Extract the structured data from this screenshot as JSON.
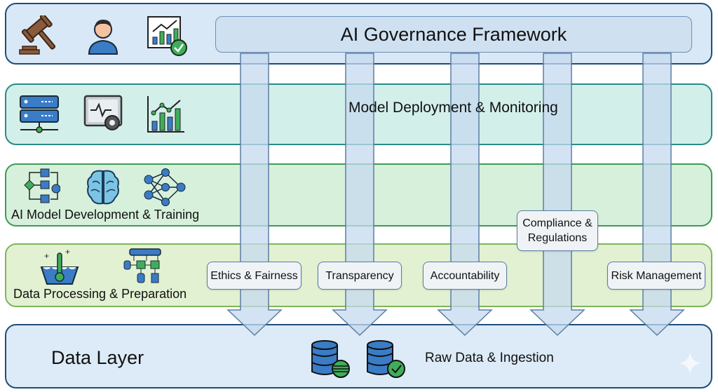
{
  "diagram": {
    "title": "AI Governance Framework",
    "layers": [
      {
        "id": "governance",
        "label": "AI Governance Framework",
        "icons": [
          "gavel-icon",
          "person-icon",
          "chart-check-icon"
        ],
        "color": "#1f4e79"
      },
      {
        "id": "deployment",
        "label": "Model Deployment & Monitoring",
        "icons": [
          "server-icon",
          "monitor-gear-icon",
          "bar-line-chart-icon"
        ],
        "color": "#2a8a88"
      },
      {
        "id": "model",
        "label": "AI Model Development & Training",
        "icons": [
          "workflow-icon",
          "brain-icon",
          "neural-network-icon"
        ],
        "color": "#3f9a58"
      },
      {
        "id": "data-processing",
        "label": "Data Processing & Preparation",
        "icons": [
          "data-cleaning-icon",
          "pipeline-icon"
        ],
        "color": "#7fb55a"
      },
      {
        "id": "data",
        "label": "Data Layer",
        "sublabel": "Raw Data & Ingestion",
        "icons": [
          "database-list-icon",
          "database-check-icon"
        ],
        "color": "#1f4e79"
      }
    ],
    "pillars": [
      {
        "label": "Ethics & Fairness"
      },
      {
        "label": "Transparency"
      },
      {
        "label": "Accountability"
      },
      {
        "label": "Compliance & Regulations"
      },
      {
        "label": "Risk Management"
      }
    ],
    "colors": {
      "arrow_fill": "#c6daef",
      "arrow_stroke": "#5c7ea3",
      "accent_blue": "#3a76c4",
      "accent_green": "#3fae5a"
    }
  }
}
